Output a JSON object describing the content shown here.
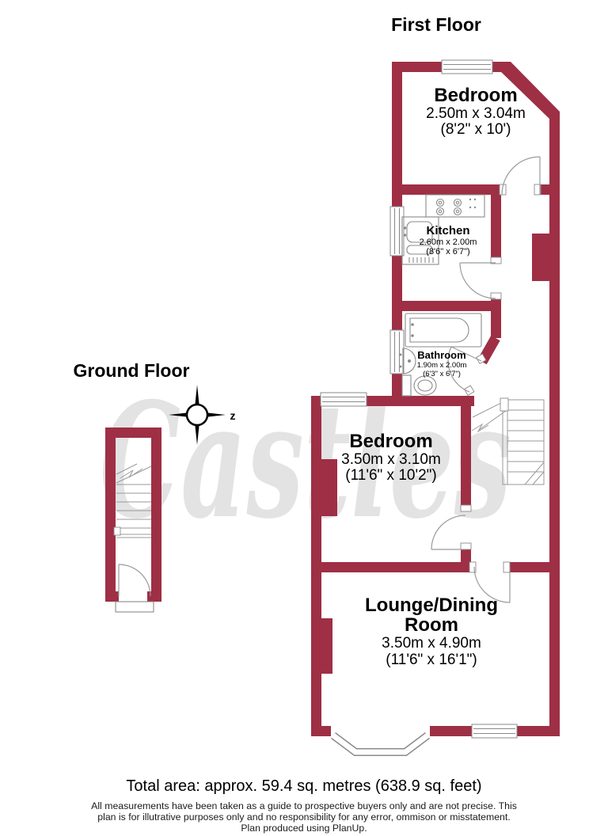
{
  "first_floor": {
    "title": "First Floor",
    "rooms": {
      "bedroom1": {
        "name": "Bedroom",
        "metric": "2.50m x 3.04m",
        "imperial": "(8'2\" x 10')"
      },
      "kitchen": {
        "name": "Kitchen",
        "metric": "2.60m x 2.00m",
        "imperial": "(8'6\" x 6'7\")"
      },
      "bathroom": {
        "name": "Bathroom",
        "metric": "1.90m x 2.00m",
        "imperial": "(6'3\" x 6'7\")"
      },
      "bedroom2": {
        "name": "Bedroom",
        "metric": "3.50m x 3.10m",
        "imperial": "(11'6\" x 10'2\")"
      },
      "lounge": {
        "name_line1": "Lounge/Dining",
        "name_line2": "Room",
        "metric": "3.50m x 4.90m",
        "imperial": "(11'6\" x 16'1\")"
      }
    }
  },
  "ground_floor": {
    "title": "Ground Floor"
  },
  "compass": {
    "north_label": "z"
  },
  "watermark": "Castles",
  "footer": {
    "total_area": "Total area: approx. 59.4 sq. metres (638.9 sq. feet)",
    "disclaimer_line1": "All measurements have been taken as a guide to prospective buyers only and are not precise. This",
    "disclaimer_line2": "plan is for illutrative purposes only and no responsibility for any error, ommison or misstatement.",
    "disclaimer_line3": "Plan produced using PlanUp."
  },
  "colors": {
    "wall": "#9e2f45",
    "fixture_line": "#8a8a8a",
    "watermark": "#e3e3e3"
  }
}
